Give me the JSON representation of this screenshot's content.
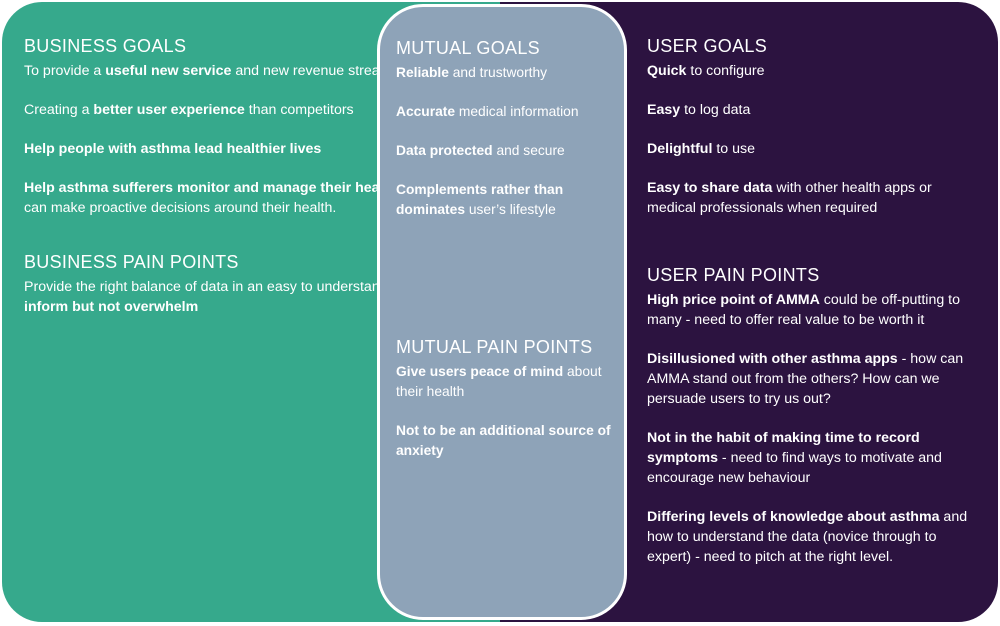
{
  "business": {
    "goals_title": "BUSINESS GOALS",
    "goals": [
      {
        "pre": "To provide a ",
        "bold": "useful new service",
        "post": " and new revenue stream"
      },
      {
        "pre": "Creating a ",
        "bold": "better user experience",
        "post": " than competitors"
      },
      {
        "pre": "",
        "bold": "Help people with asthma lead healthier lives",
        "post": ""
      },
      {
        "pre": "",
        "bold": "Help asthma sufferers monitor and manage their health",
        "post": " so that they can make proactive decisions around their health."
      }
    ],
    "pain_title": "BUSINESS PAIN POINTS",
    "pains": [
      {
        "pre": "Provide the right balance of data in an easy to understand way - ",
        "bold": "to inform but not overwhelm",
        "post": ""
      }
    ]
  },
  "mutual": {
    "goals_title": "MUTUAL GOALS",
    "goals": [
      {
        "pre": "",
        "bold": "Reliable",
        "post": " and trustworthy"
      },
      {
        "pre": "",
        "bold": "Accurate",
        "post": " medical information"
      },
      {
        "pre": "",
        "bold": "Data protected",
        "post": " and secure"
      },
      {
        "pre": "",
        "bold": "Complements rather than dominates",
        "post": " user’s lifestyle"
      }
    ],
    "pain_title": "MUTUAL PAIN POINTS",
    "pains": [
      {
        "pre": "",
        "bold": "Give users peace of mind",
        "post": " about their health"
      },
      {
        "pre": "",
        "bold": "Not to be an additional source of anxiety",
        "post": ""
      }
    ]
  },
  "user": {
    "goals_title": "USER GOALS",
    "goals": [
      {
        "pre": "",
        "bold": "Quick",
        "post": " to configure"
      },
      {
        "pre": "",
        "bold": "Easy",
        "post": " to log data"
      },
      {
        "pre": "",
        "bold": "Delightful",
        "post": " to use"
      },
      {
        "pre": "",
        "bold": "Easy to share data",
        "post": " with other health apps or medical professionals when required"
      }
    ],
    "pain_title": "USER PAIN POINTS",
    "pains": [
      {
        "pre": "",
        "bold": "High price point of AMMA",
        "post": " could be off-putting to many - need to offer real value to be worth it"
      },
      {
        "pre": "",
        "bold": "Disillusioned with other asthma apps",
        "post": " - how can AMMA stand out from the others? How can we persuade users to try us out?"
      },
      {
        "pre": "",
        "bold": "Not in the habit of making time to record symptoms",
        "post": " - need to find ways to motivate and encourage new behaviour"
      },
      {
        "pre": "",
        "bold": "Differing levels of knowledge about asthma",
        "post": " and how to understand the data (novice through to expert) - need to pitch at the right level."
      }
    ]
  },
  "colors": {
    "business": "#36a98c",
    "mutual": "#8ea3b8",
    "user": "#2c1340",
    "text": "#ffffff"
  }
}
